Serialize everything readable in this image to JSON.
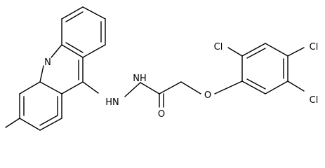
{
  "molecule": {
    "atoms": {
      "n_ring": "N",
      "nh": "NH",
      "hn": "HN",
      "o_carbonyl": "O",
      "o_ether": "O",
      "cl_ortho": "Cl",
      "cl_para": "Cl",
      "cl_meta": "Cl"
    }
  }
}
